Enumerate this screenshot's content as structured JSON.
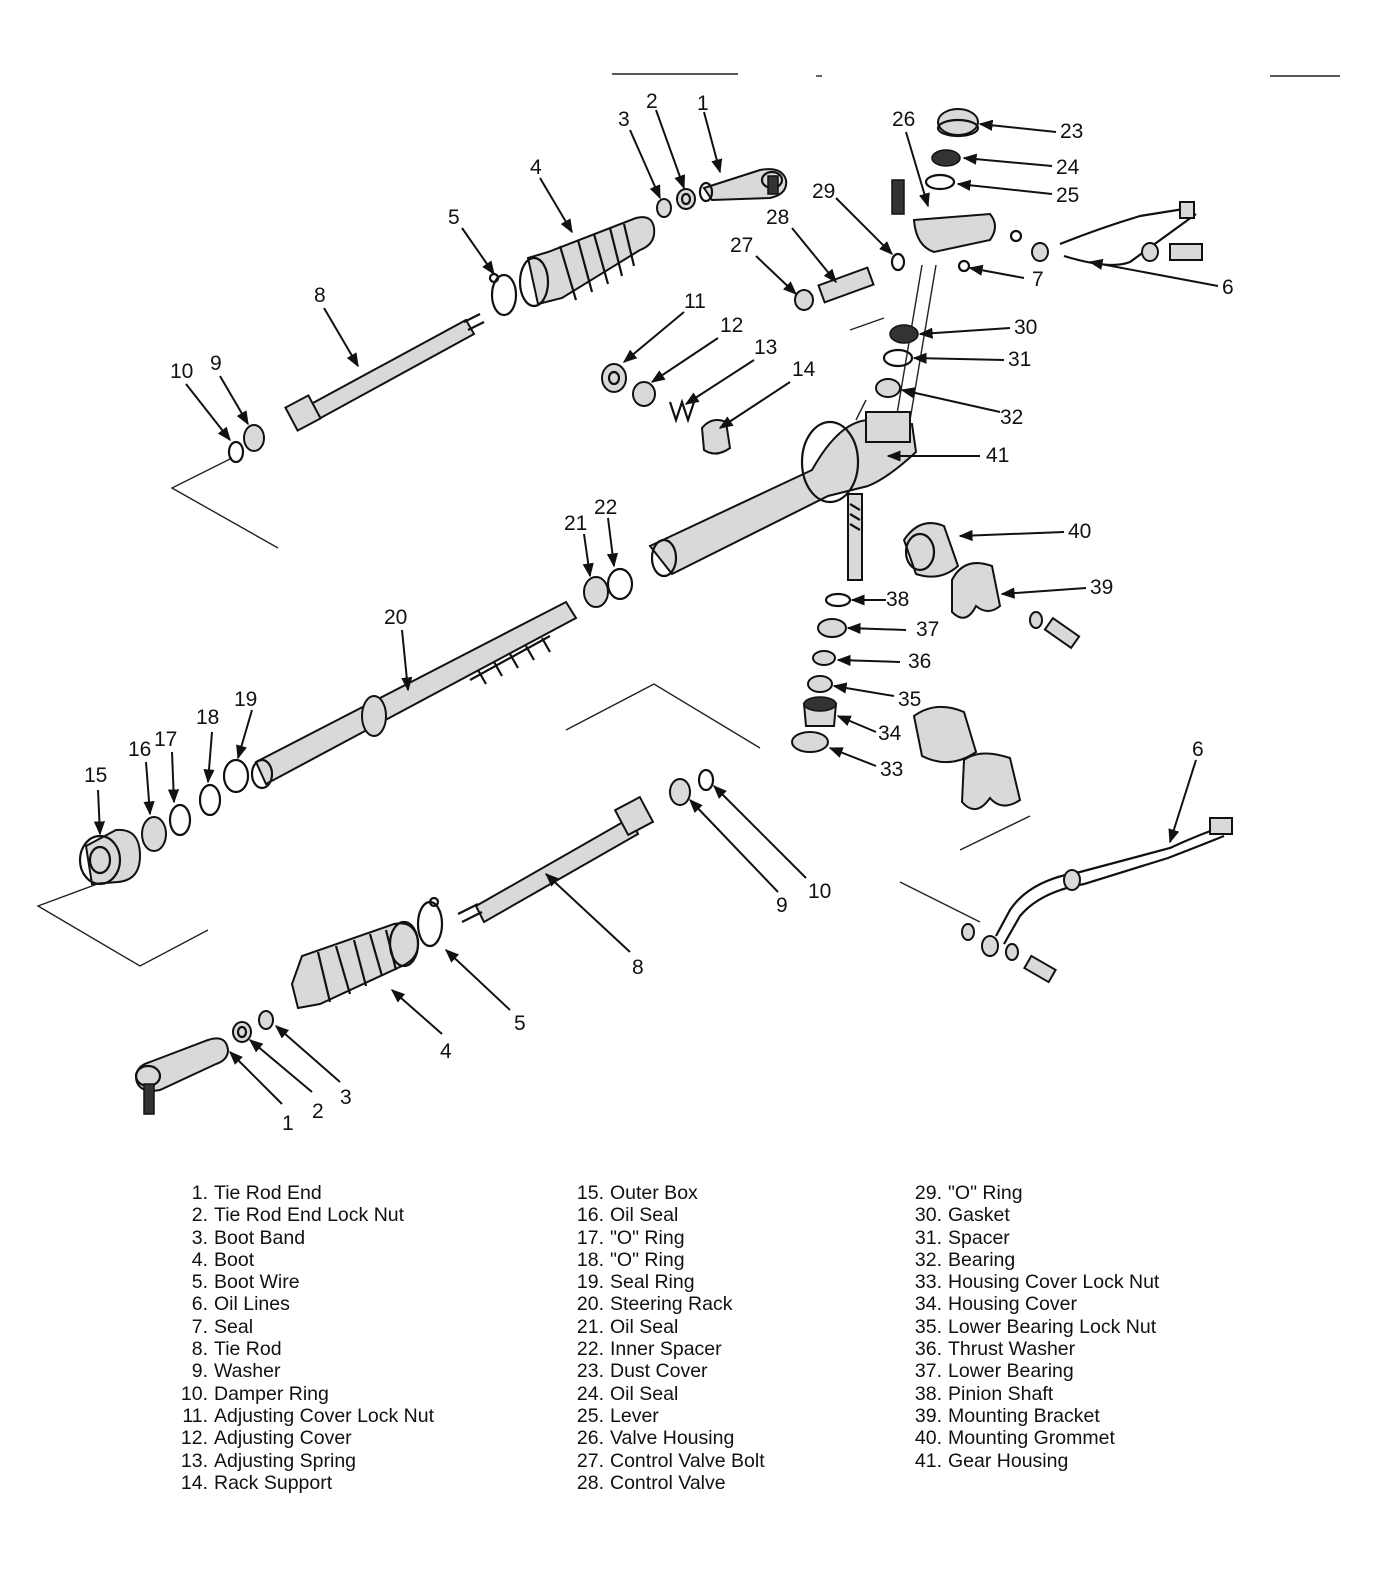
{
  "legend": {
    "col1": [
      {
        "n": "1.",
        "label": "Tie Rod End"
      },
      {
        "n": "2.",
        "label": "Tie Rod End Lock Nut"
      },
      {
        "n": "3.",
        "label": "Boot Band"
      },
      {
        "n": "4.",
        "label": "Boot"
      },
      {
        "n": "5.",
        "label": "Boot Wire"
      },
      {
        "n": "6.",
        "label": "Oil Lines"
      },
      {
        "n": "7.",
        "label": "Seal"
      },
      {
        "n": "8.",
        "label": "Tie Rod"
      },
      {
        "n": "9.",
        "label": "Washer"
      },
      {
        "n": "10.",
        "label": "Damper Ring"
      },
      {
        "n": "11.",
        "label": "Adjusting Cover Lock Nut"
      },
      {
        "n": "12.",
        "label": "Adjusting Cover"
      },
      {
        "n": "13.",
        "label": "Adjusting Spring"
      },
      {
        "n": "14.",
        "label": "Rack Support"
      }
    ],
    "col2": [
      {
        "n": "15.",
        "label": "Outer Box"
      },
      {
        "n": "16.",
        "label": "Oil Seal"
      },
      {
        "n": "17.",
        "label": "\"O\" Ring"
      },
      {
        "n": "18.",
        "label": "\"O\" Ring"
      },
      {
        "n": "19.",
        "label": "Seal Ring"
      },
      {
        "n": "20.",
        "label": "Steering Rack"
      },
      {
        "n": "21.",
        "label": "Oil Seal"
      },
      {
        "n": "22.",
        "label": "Inner Spacer"
      },
      {
        "n": "23.",
        "label": "Dust Cover"
      },
      {
        "n": "24.",
        "label": "Oil Seal"
      },
      {
        "n": "25.",
        "label": "Lever"
      },
      {
        "n": "26.",
        "label": "Valve Housing"
      },
      {
        "n": "27.",
        "label": "Control Valve Bolt"
      },
      {
        "n": "28.",
        "label": "Control Valve"
      }
    ],
    "col3": [
      {
        "n": "29.",
        "label": "\"O\" Ring"
      },
      {
        "n": "30.",
        "label": "Gasket"
      },
      {
        "n": "31.",
        "label": "Spacer"
      },
      {
        "n": "32.",
        "label": "Bearing"
      },
      {
        "n": "33.",
        "label": "Housing Cover Lock Nut"
      },
      {
        "n": "34.",
        "label": "Housing Cover"
      },
      {
        "n": "35.",
        "label": "Lower Bearing Lock Nut"
      },
      {
        "n": "36.",
        "label": "Thrust Washer"
      },
      {
        "n": "37.",
        "label": "Lower Bearing"
      },
      {
        "n": "38.",
        "label": "Pinion Shaft"
      },
      {
        "n": "39.",
        "label": "Mounting Bracket"
      },
      {
        "n": "40.",
        "label": "Mounting Grommet"
      },
      {
        "n": "41.",
        "label": "Gear Housing"
      }
    ]
  },
  "callouts": [
    {
      "id": "c1a",
      "text": "1"
    },
    {
      "id": "c2a",
      "text": "2"
    },
    {
      "id": "c3a",
      "text": "3"
    },
    {
      "id": "c4a",
      "text": "4"
    },
    {
      "id": "c5a",
      "text": "5"
    },
    {
      "id": "c8a",
      "text": "8"
    },
    {
      "id": "c9a",
      "text": "9"
    },
    {
      "id": "c10a",
      "text": "10"
    },
    {
      "id": "c11",
      "text": "11"
    },
    {
      "id": "c12",
      "text": "12"
    },
    {
      "id": "c13",
      "text": "13"
    },
    {
      "id": "c14",
      "text": "14"
    },
    {
      "id": "c23",
      "text": "23"
    },
    {
      "id": "c24",
      "text": "24"
    },
    {
      "id": "c25",
      "text": "25"
    },
    {
      "id": "c26",
      "text": "26"
    },
    {
      "id": "c27",
      "text": "27"
    },
    {
      "id": "c28",
      "text": "28"
    },
    {
      "id": "c29",
      "text": "29"
    },
    {
      "id": "c7",
      "text": "7"
    },
    {
      "id": "c6a",
      "text": "6"
    },
    {
      "id": "c30",
      "text": "30"
    },
    {
      "id": "c31",
      "text": "31"
    },
    {
      "id": "c32",
      "text": "32"
    },
    {
      "id": "c41",
      "text": "41"
    },
    {
      "id": "c40",
      "text": "40"
    },
    {
      "id": "c39",
      "text": "39"
    },
    {
      "id": "c21",
      "text": "21"
    },
    {
      "id": "c22",
      "text": "22"
    },
    {
      "id": "c20",
      "text": "20"
    },
    {
      "id": "c38",
      "text": "38"
    },
    {
      "id": "c37",
      "text": "37"
    },
    {
      "id": "c36",
      "text": "36"
    },
    {
      "id": "c35",
      "text": "35"
    },
    {
      "id": "c34",
      "text": "34"
    },
    {
      "id": "c33",
      "text": "33"
    },
    {
      "id": "c19",
      "text": "19"
    },
    {
      "id": "c18",
      "text": "18"
    },
    {
      "id": "c16",
      "text": "16"
    },
    {
      "id": "c17",
      "text": "17"
    },
    {
      "id": "c15",
      "text": "15"
    },
    {
      "id": "c6b",
      "text": "6"
    },
    {
      "id": "c10b",
      "text": "10"
    },
    {
      "id": "c9b",
      "text": "9"
    },
    {
      "id": "c8b",
      "text": "8"
    },
    {
      "id": "c5b",
      "text": "5"
    },
    {
      "id": "c4b",
      "text": "4"
    },
    {
      "id": "c3b",
      "text": "3"
    },
    {
      "id": "c2b",
      "text": "2"
    },
    {
      "id": "c1b",
      "text": "1"
    }
  ]
}
